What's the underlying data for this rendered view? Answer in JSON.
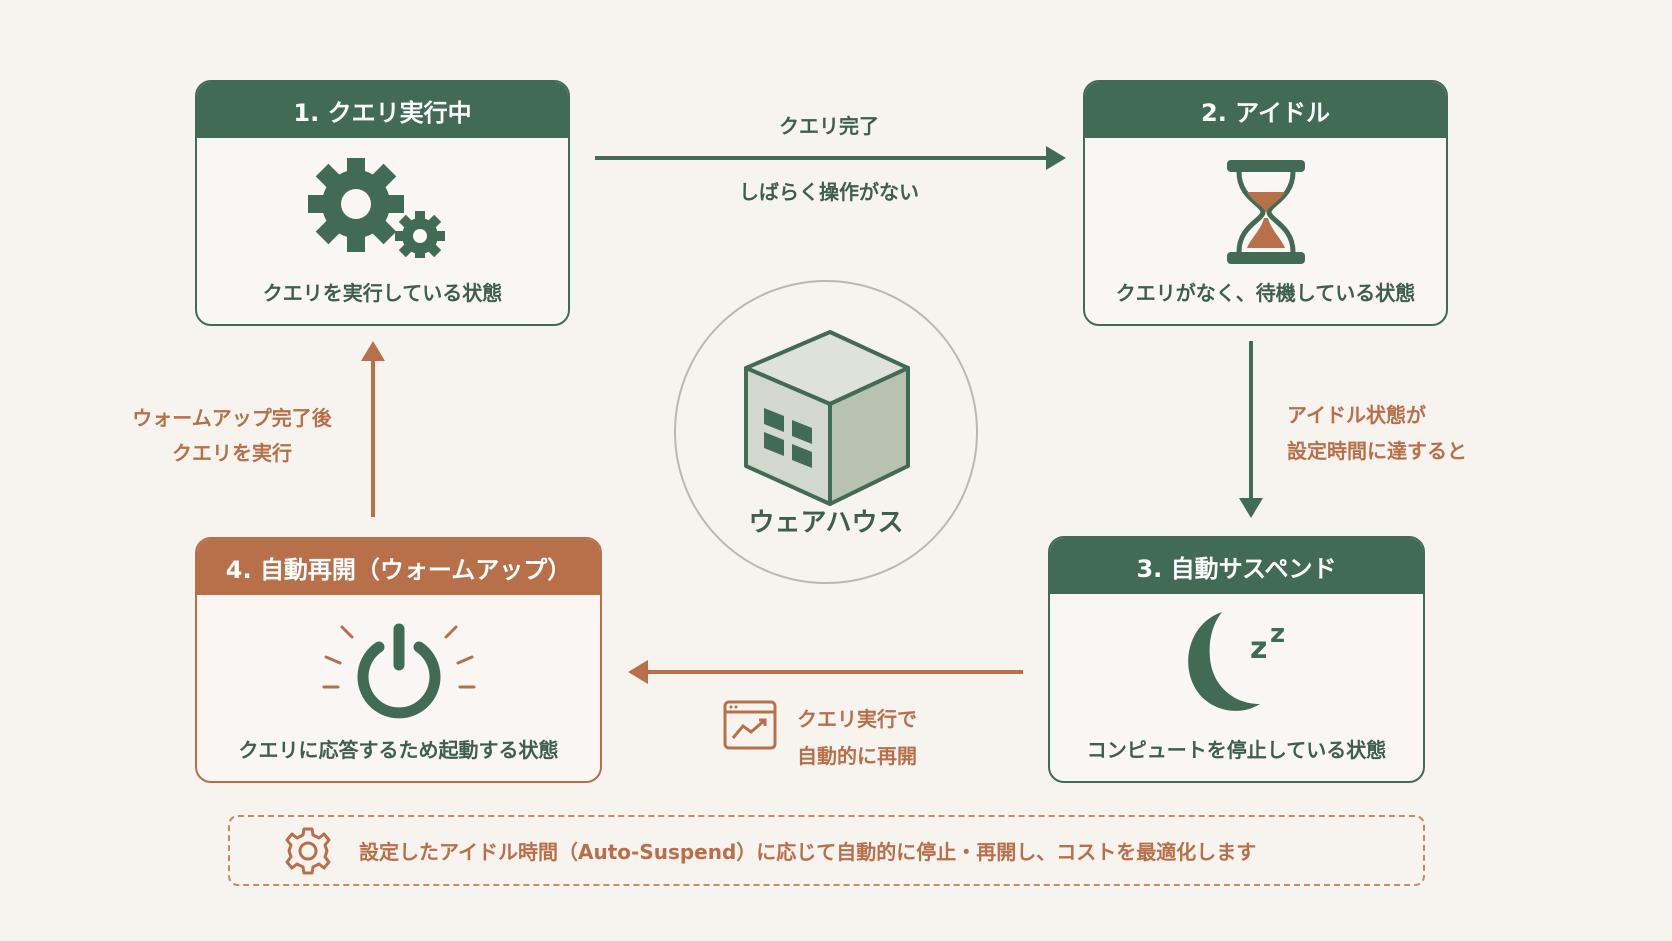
{
  "states": [
    {
      "title": "1. クエリ実行中",
      "desc": "クエリを実行している状態"
    },
    {
      "title": "2. アイドル",
      "desc": "クエリがなく、待機している状態"
    },
    {
      "title": "3. 自動サスペンド",
      "desc": "コンピュートを停止している状態"
    },
    {
      "title": "4. 自動再開（ウォームアップ）",
      "desc": "クエリに応答するため起動する状態"
    }
  ],
  "center": {
    "label": "ウェアハウス"
  },
  "transitions": {
    "t12": [
      "クエリ完了",
      "しばらく操作がない"
    ],
    "t23": [
      "アイドル状態が",
      "設定時間に達すると"
    ],
    "t34": [
      "クエリ実行で",
      "自動的に再開"
    ],
    "t41": [
      "ウォームアップ完了後",
      "クエリを実行"
    ]
  },
  "note": "設定したアイドル時間（Auto-Suspend）に応じて自動的に停止・再開し、コストを最適化します",
  "colors": {
    "green": "#426b55",
    "orange": "#b8704a",
    "background": "#f7f3ef"
  }
}
